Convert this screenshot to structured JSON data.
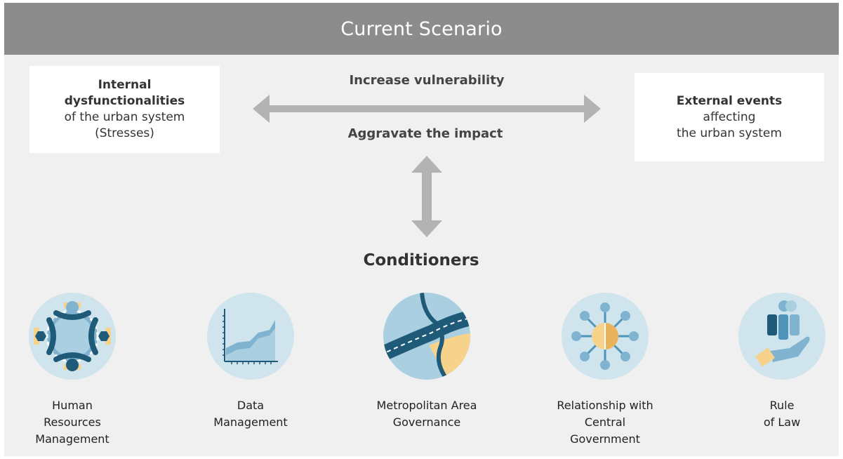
{
  "header": {
    "title": "Current Scenario"
  },
  "left_box": {
    "title_line1": "Internal",
    "title_line2": "dysfunctionalities",
    "line3": "of the urban system",
    "line4": "(Stresses)"
  },
  "right_box": {
    "title": "External events",
    "line2": "affecting",
    "line3": "the urban system"
  },
  "arrow_labels": {
    "top": "Increase vulnerability",
    "bottom": "Aggravate the impact"
  },
  "conditioners": {
    "title": "Conditioners",
    "items": [
      {
        "lines": [
          "Human",
          "Resources",
          "Management"
        ],
        "icon": "meeting-table-icon"
      },
      {
        "lines": [
          "Data",
          "Management"
        ],
        "icon": "area-chart-icon"
      },
      {
        "lines": [
          "Metropolitan Area",
          "Governance"
        ],
        "icon": "road-map-icon"
      },
      {
        "lines": [
          "Relationship with",
          "Central",
          "Government"
        ],
        "icon": "network-hub-icon"
      },
      {
        "lines": [
          "Rule",
          "of Law"
        ],
        "icon": "hand-people-icon"
      }
    ]
  },
  "colors": {
    "header_bg": "#8c8c8c",
    "panel_bg": "#f0f0f0",
    "arrow": "#b3b3b3",
    "icon_circle": "#cfe4ec",
    "icon_dark": "#1f5a78",
    "icon_mid": "#4f95b9",
    "icon_light": "#7fb3cf",
    "icon_yellow": "#f6d28a"
  }
}
